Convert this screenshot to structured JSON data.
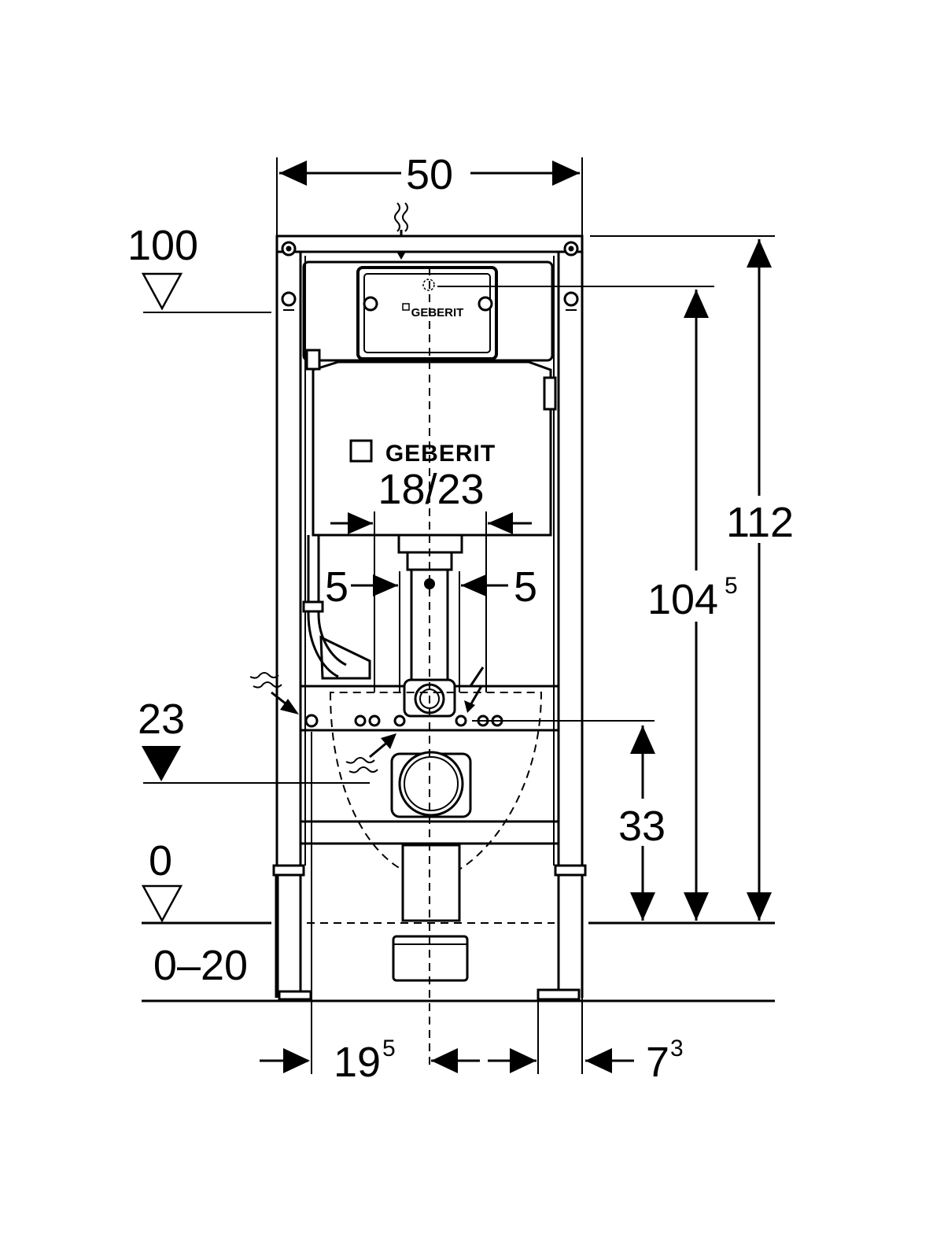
{
  "dimensions": {
    "width_top": "50",
    "height_total": "112",
    "height_actuation_main": "104",
    "height_actuation_sup": "5",
    "level_100": "100",
    "level_23": "23",
    "level_0": "0",
    "floor_range": "0–20",
    "height_33": "33",
    "offset_left_main": "19",
    "offset_left_sup": "5",
    "offset_right_main": "7",
    "offset_right_sup": "3",
    "gap_left": "5",
    "gap_right": "5"
  },
  "cistern": {
    "brand": "GEBERIT",
    "size_label": "18/23",
    "plate_brand": "GEBERIT"
  },
  "colors": {
    "line": "#000000",
    "background": "#ffffff"
  },
  "icons": [
    "water-supply-icon",
    "electrical-icon",
    "ventilation-icon",
    "level-triangle-icon"
  ]
}
